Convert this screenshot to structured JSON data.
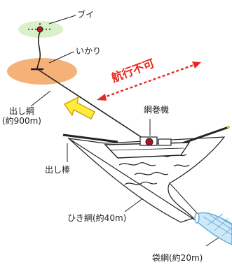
{
  "labels": {
    "buoy": "ブイ",
    "anchor": "いかり",
    "no_navigation": "航行不可",
    "lead_rope_line1": "出し綱",
    "lead_rope_line2": "(約900m)",
    "winch": "網巻機",
    "outrigger": "出し棒",
    "drag_net": "ひき網(約40m)",
    "cod_end": "袋網(約20m)"
  },
  "colors": {
    "anchor_area": "#f5a96a",
    "buoy_glow": "#d9f0c8",
    "no_navigation_red": "#e8281e",
    "arrow_yellow": "#ffec3d",
    "arrow_outline": "#d1a100",
    "net_blue": "#5aa9d9",
    "winch_red": "#b0141e"
  }
}
